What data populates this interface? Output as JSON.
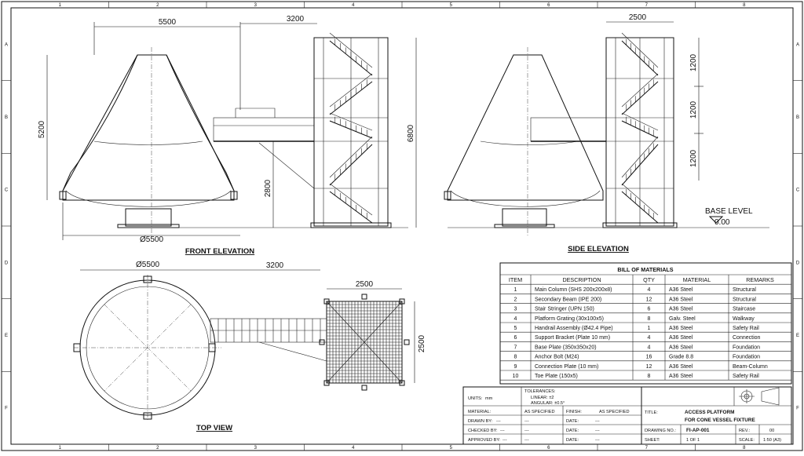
{
  "grid": {
    "columns": [
      "1",
      "2",
      "3",
      "4",
      "5",
      "6",
      "7",
      "8"
    ],
    "rows": [
      "A",
      "B",
      "C",
      "D",
      "E",
      "F"
    ]
  },
  "views": {
    "front": "FRONT ELEVATION",
    "side": "SIDE ELEVATION",
    "top": "TOP VIEW"
  },
  "dimensions": {
    "front_vessel_width": "5500",
    "front_platform_length": "3200",
    "front_vessel_height": "5200",
    "front_platform_height": "2800",
    "front_tower_height": "6800",
    "front_base_diameter": "Ø5500",
    "side_tower_width": "2500",
    "side_level_1": "1200",
    "side_level_2": "1200",
    "side_level_3": "1200",
    "base_level_label": "BASE LEVEL",
    "base_level_value": "0.00",
    "top_vessel_diameter": "Ø5500",
    "top_platform_length": "3200",
    "top_tower_width": "2500",
    "top_tower_depth": "2500"
  },
  "bom": {
    "title": "BILL OF MATERIALS",
    "headers": [
      "ITEM",
      "DESCRIPTION",
      "QTY",
      "MATERIAL",
      "REMARKS"
    ],
    "rows": [
      [
        "1",
        "Main Column (SHS 200x200x8)",
        "4",
        "A36 Steel",
        "Structural"
      ],
      [
        "2",
        "Secondary Beam (IPE 200)",
        "12",
        "A36 Steel",
        "Structural"
      ],
      [
        "3",
        "Stair Stringer (UPN 150)",
        "6",
        "A36 Steel",
        "Staircase"
      ],
      [
        "4",
        "Platform Grating (30x100x5)",
        "8",
        "Galv. Steel",
        "Walkway"
      ],
      [
        "5",
        "Handrail Assembly (Ø42.4 Pipe)",
        "1",
        "A36 Steel",
        "Safety Rail"
      ],
      [
        "6",
        "Support Bracket (Plate 10 mm)",
        "4",
        "A36 Steel",
        "Connection"
      ],
      [
        "7",
        "Base Plate (350x350x20)",
        "4",
        "A36 Steel",
        "Foundation"
      ],
      [
        "8",
        "Anchor Bolt (M24)",
        "16",
        "Grade 8.8",
        "Foundation"
      ],
      [
        "9",
        "Connection Plate (10 mm)",
        "12",
        "A36 Steel",
        "Beam-Column"
      ],
      [
        "10",
        "Toe Plate (150x5)",
        "8",
        "A36 Steel",
        "Safety Rail"
      ]
    ]
  },
  "title_block": {
    "units_label": "UNITS:",
    "units_value": "mm",
    "tolerances_label": "TOLERANCES:",
    "tol_linear": "LINEAR:  ±2",
    "tol_angular": "ANGULAR:  ±0.5°",
    "material_label": "MATERIAL:",
    "material_value": "AS SPECIFIED",
    "finish_label": "FINISH:",
    "finish_value": "AS SPECIFIED",
    "drawn_label": "DRAWN BY:",
    "drawn_value": "---",
    "checked_label": "CHECKED BY:",
    "checked_value": "---",
    "approved_label": "APPROVED BY:",
    "approved_value": "---",
    "dash": "---",
    "date_label": "DATE:",
    "date_value": "---",
    "title_label": "TITLE:",
    "title_line1": "ACCESS PLATFORM",
    "title_line2": "FOR CONE VESSEL FIXTURE",
    "drawing_no_label": "DRAWING NO.:",
    "drawing_no_value": "FI-AP-001",
    "rev_label": "REV.:",
    "rev_value": "00",
    "sheet_label": "SHEET:",
    "sheet_value": "1 OF 1",
    "scale_label": "SCALE:",
    "scale_value": "1:50 (A3)"
  }
}
